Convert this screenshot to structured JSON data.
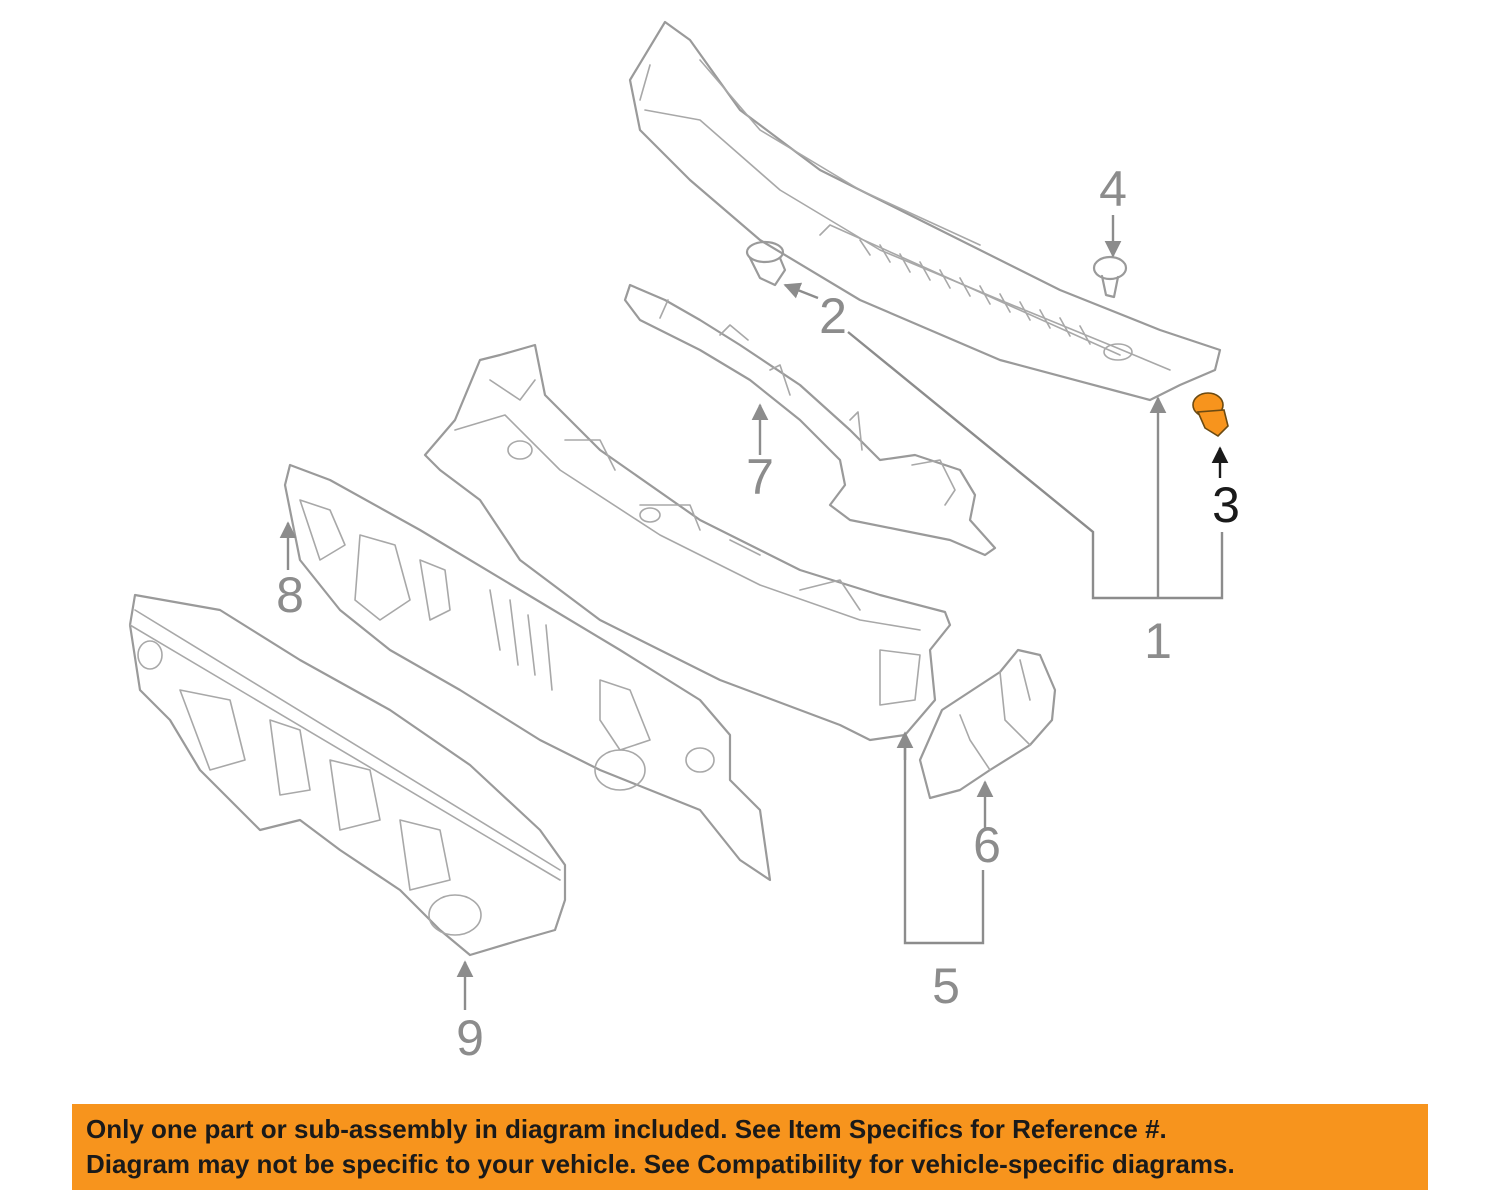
{
  "colors": {
    "banner_bg": "#F7941D",
    "highlight_part": "#F7941D",
    "part_outline": "#9A9A9A",
    "callout_text": "#8C8C8C",
    "highlight_text": "#1A1A1A"
  },
  "callouts": [
    {
      "id": "1",
      "label": "1",
      "highlighted": false
    },
    {
      "id": "2",
      "label": "2",
      "highlighted": false
    },
    {
      "id": "3",
      "label": "3",
      "highlighted": true
    },
    {
      "id": "4",
      "label": "4",
      "highlighted": false
    },
    {
      "id": "5",
      "label": "5",
      "highlighted": false
    },
    {
      "id": "6",
      "label": "6",
      "highlighted": false
    },
    {
      "id": "7",
      "label": "7",
      "highlighted": false
    },
    {
      "id": "8",
      "label": "8",
      "highlighted": false
    },
    {
      "id": "9",
      "label": "9",
      "highlighted": false
    }
  ],
  "banner": {
    "line1": "Only one part or sub-assembly in diagram included. See Item Specifics for Reference #.",
    "line2": "Diagram may not be specific to your vehicle. See Compatibility for vehicle-specific diagrams."
  }
}
